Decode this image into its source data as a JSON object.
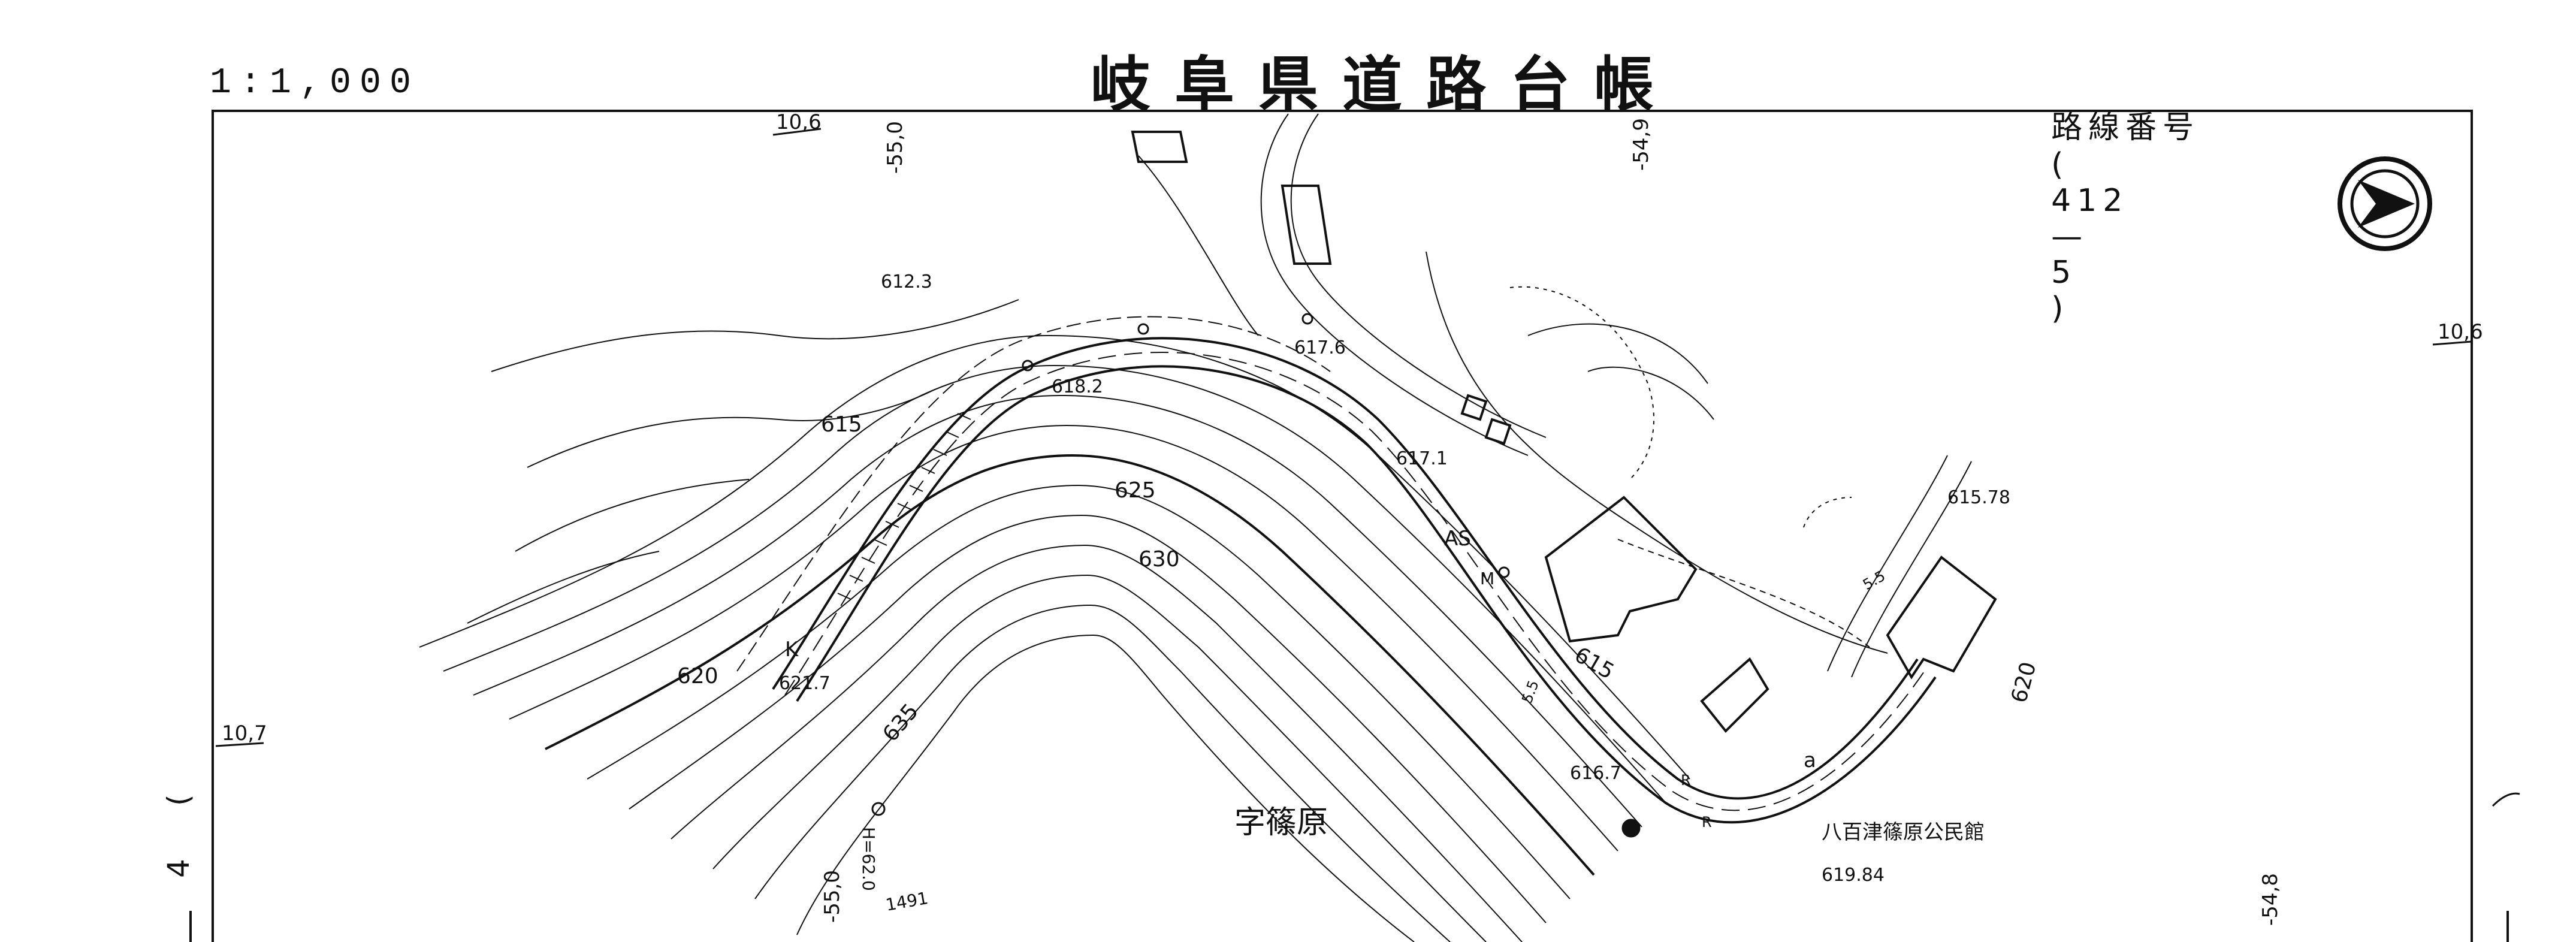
{
  "header": {
    "scale": "1:1,000",
    "title": "岐阜県道路台帳",
    "route_label": "路線番号",
    "route_number_a": "412",
    "route_dash": "—",
    "route_number_b": "5",
    "route_open": "(",
    "route_close": ")"
  },
  "margin": {
    "page_number": "4",
    "open": "(",
    "close": ")"
  },
  "grid_labels": {
    "top_left": "10,6",
    "right": "10,6",
    "left": "10,7",
    "top_a": "-55,0",
    "top_b": "-54,9",
    "bottom_a": "-55,0",
    "bottom_b": "-54,8"
  },
  "contours": {
    "c615": "615",
    "c620a": "620",
    "c625": "625",
    "c630": "630",
    "c635": "635",
    "c615b": "615",
    "c620b": "620"
  },
  "spot_heights": {
    "h6123": "612.3",
    "h6182": "618.2",
    "h6176": "617.6",
    "h6171": "617.1",
    "h6217": "621.7",
    "h6167": "616.7",
    "h61578": "615.78",
    "h61984": "619.84"
  },
  "annotations": {
    "place_name": "字篠原",
    "facility": "八百津篠原公民館",
    "as_label": "AS",
    "k_label": "K",
    "m_label": "M",
    "road_width_a": "5.5",
    "road_width_b": "5.5",
    "road_id": "1491",
    "road_code": "H=62.0",
    "letter_a": "a",
    "r1": "R",
    "r2": "R"
  },
  "north_arrow": "north-arrow-icon"
}
